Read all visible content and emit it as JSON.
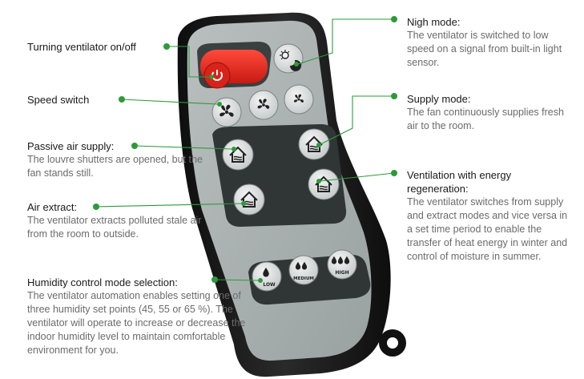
{
  "colors": {
    "accent": "#2e9a3a",
    "remote_body": "#1c1c1c",
    "panel": "#a9b0b0",
    "power_button": "#e52a20",
    "button_face": "#dfe1e1"
  },
  "callouts": {
    "power": {
      "head": "Turning ventilator on/off",
      "desc": ""
    },
    "speed": {
      "head": "Speed switch",
      "desc": ""
    },
    "passive": {
      "head": "Passive air supply:",
      "desc": "The louvre shutters are opened, but the fan stands still."
    },
    "extract": {
      "head": "Air extract:",
      "desc": "The ventilator extracts polluted stale air from the room to outside."
    },
    "humidity": {
      "head": "Humidity control mode selection:",
      "desc": "The ventilator automation enables setting one of three humidity set points (45, 55 or 65 %). The ventilator will operate to increase or decrease the indoor humidity level to maintain comfortable environment for you."
    },
    "night": {
      "head": "Nigh mode:",
      "desc": "The ventilator is switched to low speed on a signal from built-in light sensor."
    },
    "supply": {
      "head": "Supply mode:",
      "desc": "The fan continuously supplies fresh air to the room."
    },
    "regen": {
      "head": "Ventilation with energy regeneration:",
      "desc": "The ventilator switches from supply and extract modes and vice versa in a set time period to enable the transfer of heat energy in winter and control of moisture in summer."
    }
  },
  "buttons": {
    "humidity_low": "LOW",
    "humidity_medium": "MEDIUM",
    "humidity_high": "HIGH"
  },
  "icons": {
    "power": "power-icon",
    "night": "sun-moon-icon",
    "fan": "fan-icon",
    "house": "house-airflow-icon",
    "drop": "water-drop-icon"
  }
}
